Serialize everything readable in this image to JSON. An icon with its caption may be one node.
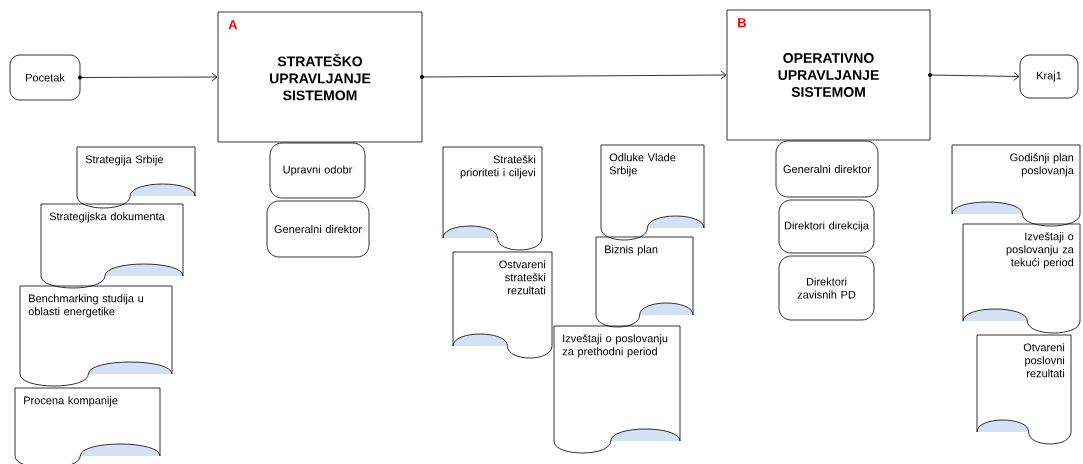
{
  "diagram": {
    "nodes": [
      {
        "text": [
          "Pocetak"
        ]
      },
      {
        "text": [
          "A",
          "STRATEŠKO UPRAVLJANJE SISTEMOM"
        ]
      },
      {
        "text": [
          "B",
          "OPERATIVNO UPRAVLJANJE SISTEMOM"
        ]
      },
      {
        "text": [
          "Kraj1"
        ]
      },
      {
        "text": [
          "Strategija Srbije"
        ]
      },
      {
        "text": [
          "Strategijska dokumenta"
        ]
      },
      {
        "text": [
          "Benchmarking studija u oblasti energetike"
        ]
      },
      {
        "text": [
          "Procena kompanije"
        ]
      },
      {
        "text": [
          "Upravni odobr"
        ]
      },
      {
        "text": [
          "Generalni direktor"
        ]
      },
      {
        "text": [
          "Strateški prioriteti i ciljevi"
        ]
      },
      {
        "text": [
          "Ostvareni strateški rezultati"
        ]
      },
      {
        "text": [
          "Odluke Vlade Srbije"
        ]
      },
      {
        "text": [
          "Biznis plan"
        ]
      },
      {
        "text": [
          "Izveštaji o poslovanju za prethodni period"
        ]
      },
      {
        "text": [
          "Generalni direktor"
        ]
      },
      {
        "text": [
          "Direktori direkcija"
        ]
      },
      {
        "text": [
          "Direktori zavisnih PD"
        ]
      },
      {
        "text": [
          "Godišnji plan poslovanja"
        ]
      },
      {
        "text": [
          "Izveštaji o poslovanju za tekući period"
        ]
      },
      {
        "text": [
          "Otvareni poslovni rezultati"
        ]
      }
    ],
    "edges": [
      {
        "from": 0,
        "to": 1,
        "arrow": "to"
      },
      {
        "from": 1,
        "to": 2,
        "arrow": "to"
      },
      {
        "from": 2,
        "to": 3,
        "arrow": "to"
      }
    ]
  }
}
